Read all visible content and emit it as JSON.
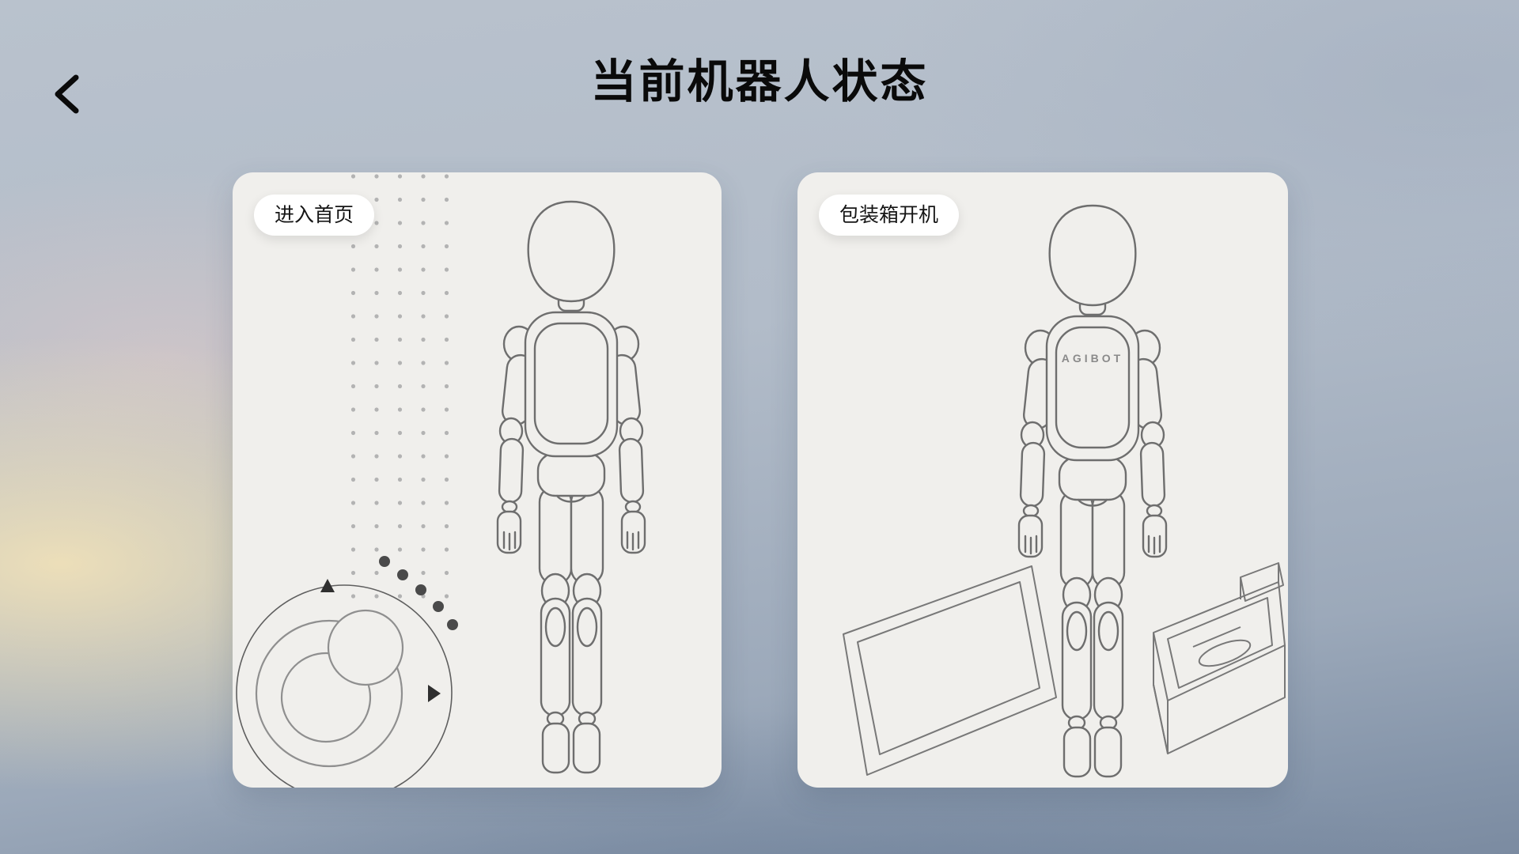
{
  "header": {
    "title": "当前机器人状态"
  },
  "cards": {
    "enter_home": {
      "badge": "进入首页"
    },
    "box_boot": {
      "badge": "包装箱开机",
      "brand": "AGIBOT"
    }
  },
  "icons": {
    "back": "chevron-left-icon"
  },
  "colors": {
    "background_base": "#aab6c4",
    "background_glow": "#f2e2b8",
    "card_bg": "#f0efec",
    "badge_bg": "#ffffff",
    "illustration_line": "#6e6e6e",
    "title_text": "#0a0a0a"
  }
}
